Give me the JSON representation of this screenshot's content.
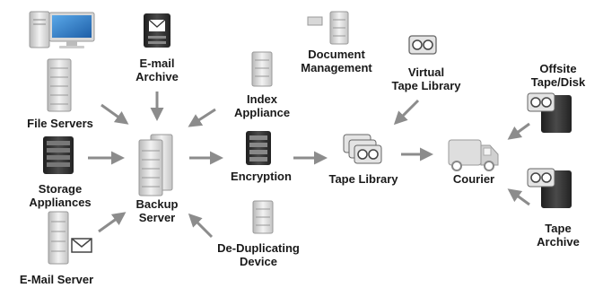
{
  "labels": {
    "file_servers": "File Servers",
    "storage_appliances": "Storage\nAppliances",
    "email_server": "E-Mail Server",
    "email_archive": "E-mail\nArchive",
    "backup_server": "Backup\nServer",
    "index_appliance": "Index\nAppliance",
    "encryption": "Encryption",
    "dedup_device": "De-Duplicating\nDevice",
    "document_management": "Document\nManagement",
    "virtual_tape_library": "Virtual\nTape Library",
    "tape_library": "Tape Library",
    "courier": "Courier",
    "offsite": "Offsite\nTape/Disk",
    "tape_archive": "Tape\nArchive"
  },
  "colors": {
    "arrow": "#8c8c8c",
    "server_light": "#dcdcdc",
    "server_dark": "#2f2f2f",
    "text": "#1a1a1a"
  }
}
